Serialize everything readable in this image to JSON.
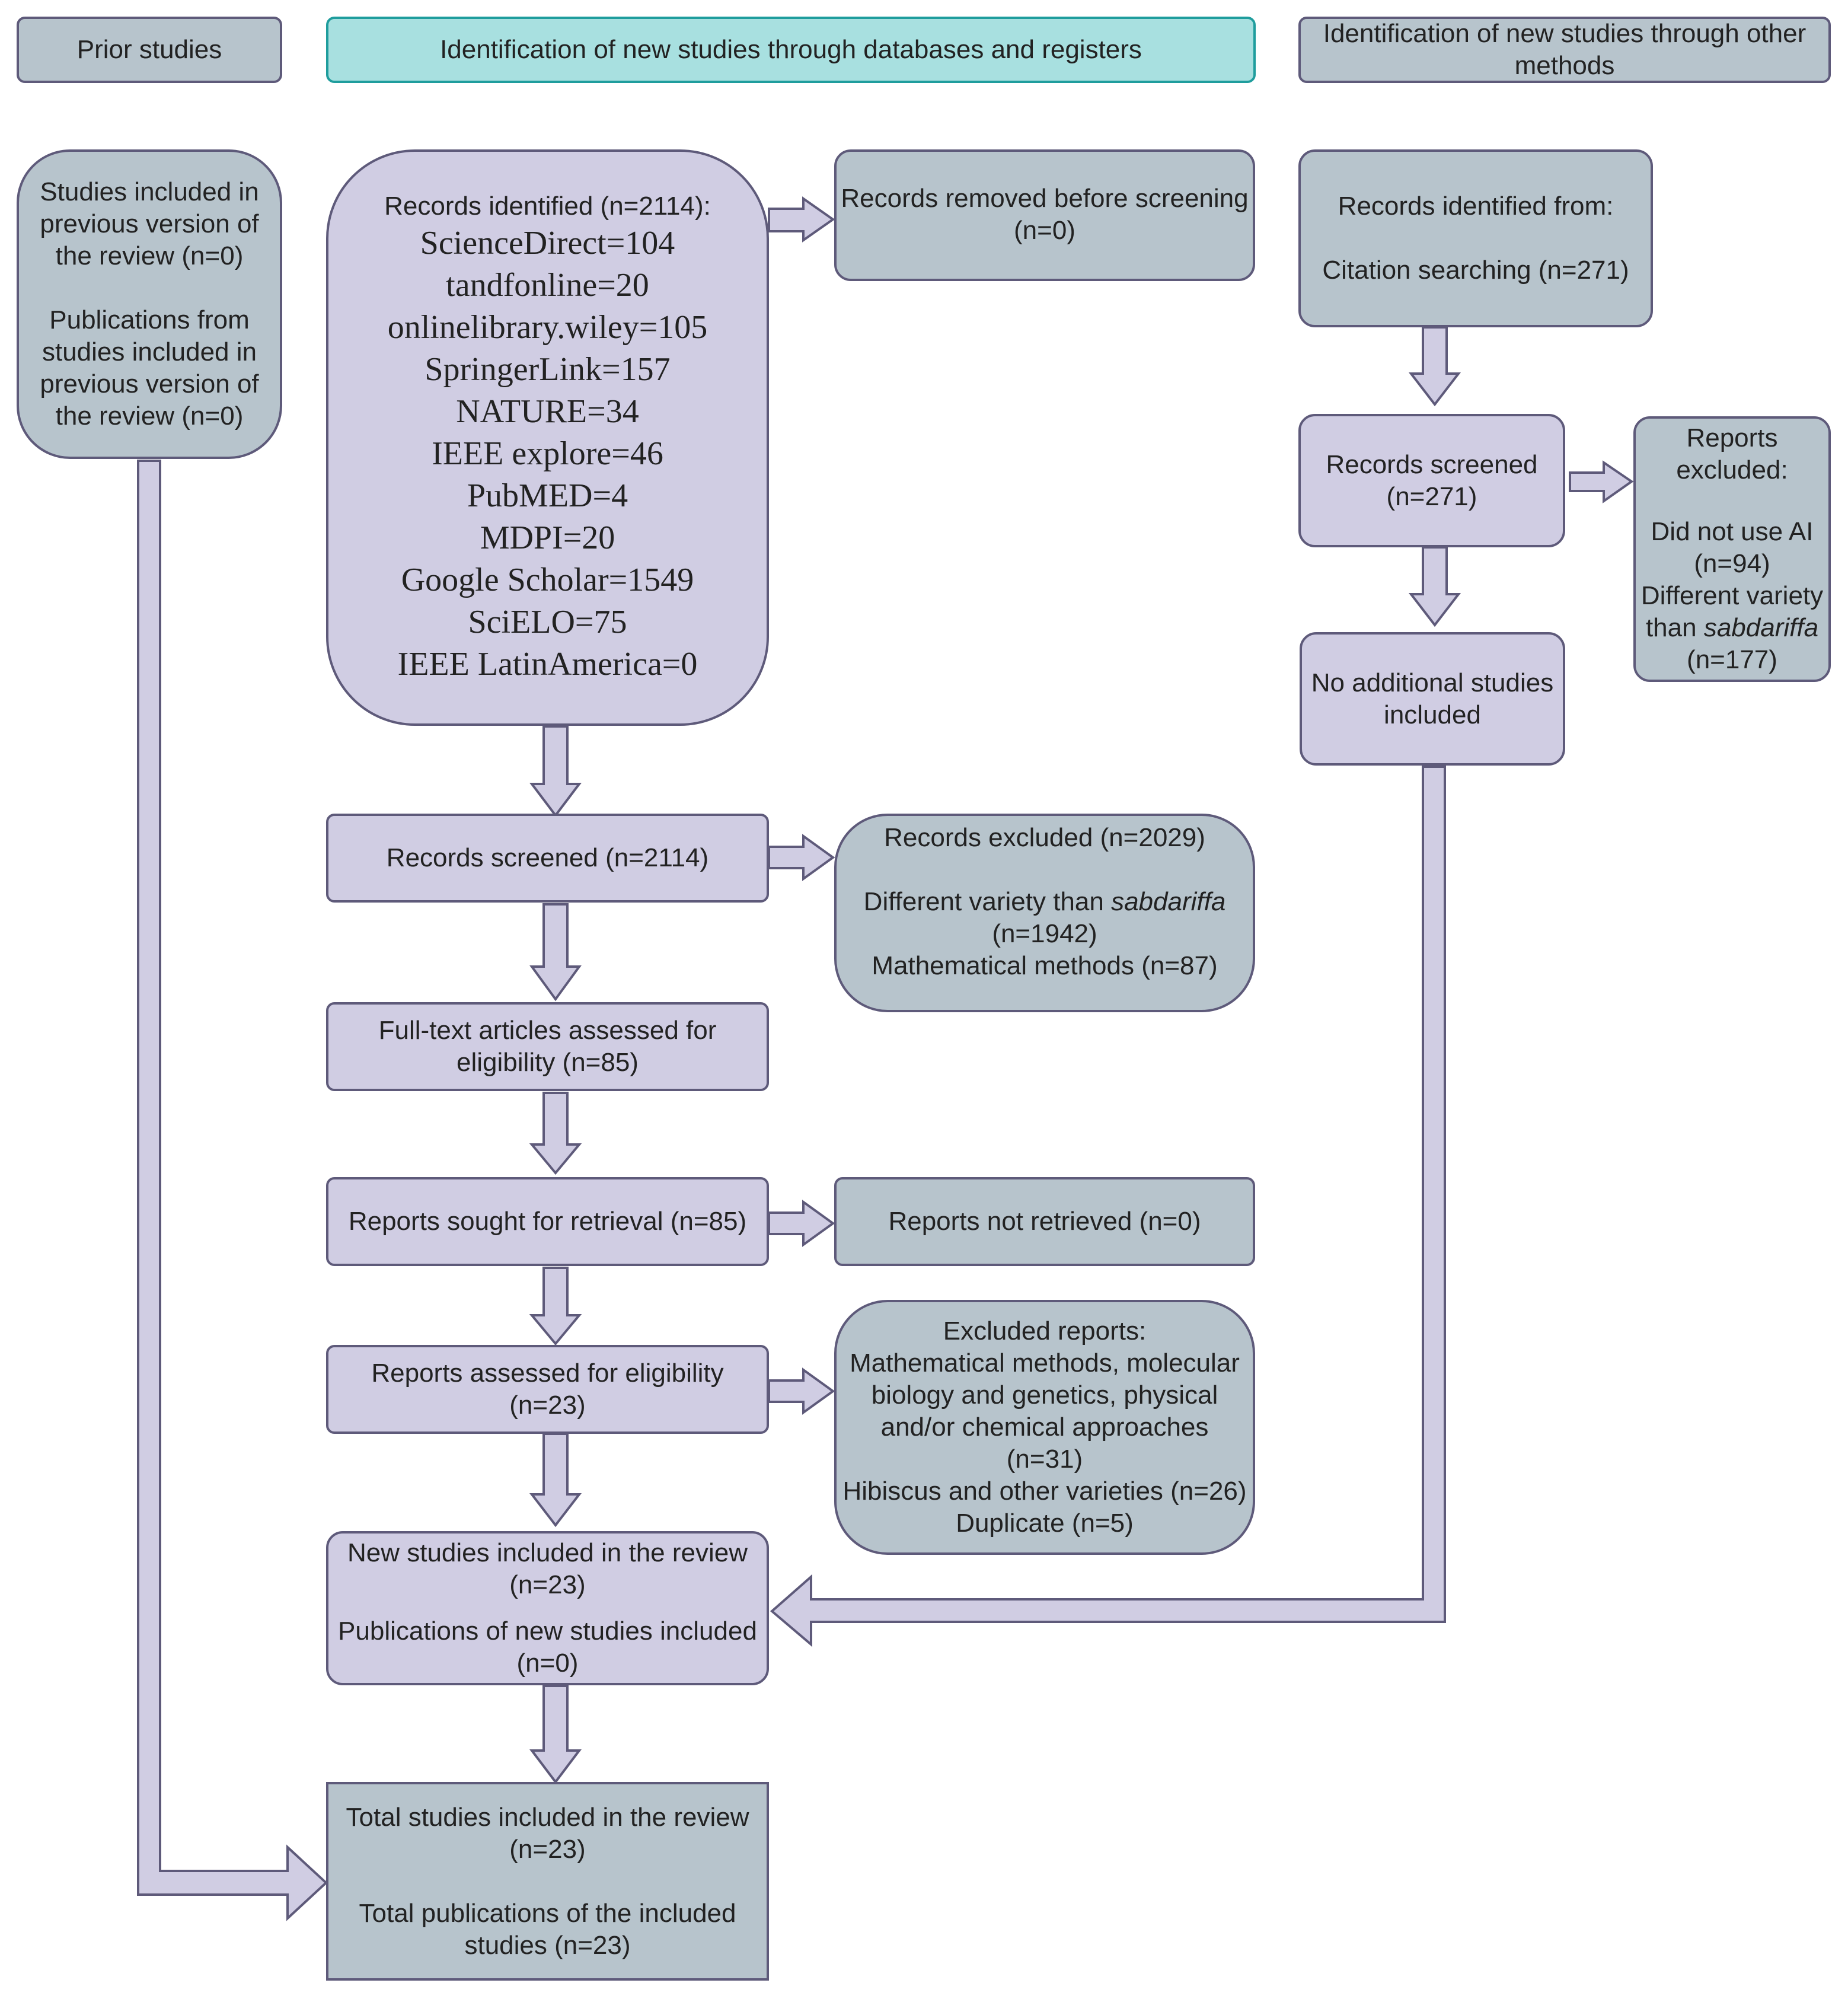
{
  "colors": {
    "gray_box": "#b7c4cc",
    "lavender_box": "#d0cde3",
    "teal_header": "#a8e0e0",
    "outline": "#5e5a7a"
  },
  "headers": {
    "prior": "Prior studies",
    "databases": "Identification of new studies through databases and registers",
    "other_line1": "Identification of new studies through other",
    "other_line2": "methods"
  },
  "prior_box": {
    "l1": "Studies included in",
    "l2": "previous version of",
    "l3": "the review (n=0)",
    "l4": "Publications from",
    "l5": "studies included in",
    "l6": "previous version of",
    "l7": "the review (n=0)"
  },
  "records_identified": {
    "title": "Records identified (n=2114):",
    "sources": [
      "ScienceDirect=104",
      "tandfonline=20",
      "onlinelibrary.wiley=105",
      "SpringerLink=157",
      "NATURE=34",
      "IEEE explore=46",
      "PubMED=4",
      "MDPI=20",
      "Google Scholar=1549",
      "SciELO=75",
      "IEEE LatinAmerica=0"
    ]
  },
  "removed": {
    "l1": "Records removed before screening",
    "l2": "(n=0)"
  },
  "screened": {
    "text": "Records screened (n=2114)"
  },
  "excluded": {
    "title": "Records excluded (n=2029)",
    "variety_prefix": "Different variety than ",
    "variety_italic": "sabdariffa",
    "variety_count": "(n=1942)",
    "math": "Mathematical methods (n=87)"
  },
  "fulltext": {
    "l1": "Full-text articles assessed for",
    "l2": "eligibility (n=85)"
  },
  "sought": {
    "text": "Reports sought for retrieval (n=85)"
  },
  "not_retrieved": {
    "text": "Reports not retrieved (n=0)"
  },
  "assessed": {
    "l1": "Reports assessed for eligibility",
    "l2": "(n=23)"
  },
  "excluded_reports": {
    "l1": "Excluded reports:",
    "l2": "Mathematical methods, molecular",
    "l3": "biology and genetics, physical",
    "l4": "and/or chemical approaches",
    "l5": "(n=31)",
    "l6": "Hibiscus and other varieties (n=26)",
    "l7": "Duplicate (n=5)"
  },
  "new_included": {
    "l1": "New studies included in the review",
    "l2": "(n=23)",
    "l3": "Publications of new studies included",
    "l4": "(n=0)"
  },
  "total": {
    "l1": "Total studies included in the review",
    "l2": "(n=23)",
    "l3": "Total publications of the included",
    "l4": "studies (n=23)"
  },
  "other_identified": {
    "l1": "Records identified from:",
    "l2": "Citation searching (n=271)"
  },
  "other_screened": {
    "l1": "Records screened",
    "l2": "(n=271)"
  },
  "other_excluded": {
    "l1": "Reports",
    "l2": "excluded:",
    "l3": "Did not use AI",
    "l4": "(n=94)",
    "l5": "Different variety",
    "l6_prefix": "than ",
    "l6_italic": "sabdariffa",
    "l7": "(n=177)"
  },
  "no_additional": {
    "l1": "No additional studies",
    "l2": "included"
  }
}
